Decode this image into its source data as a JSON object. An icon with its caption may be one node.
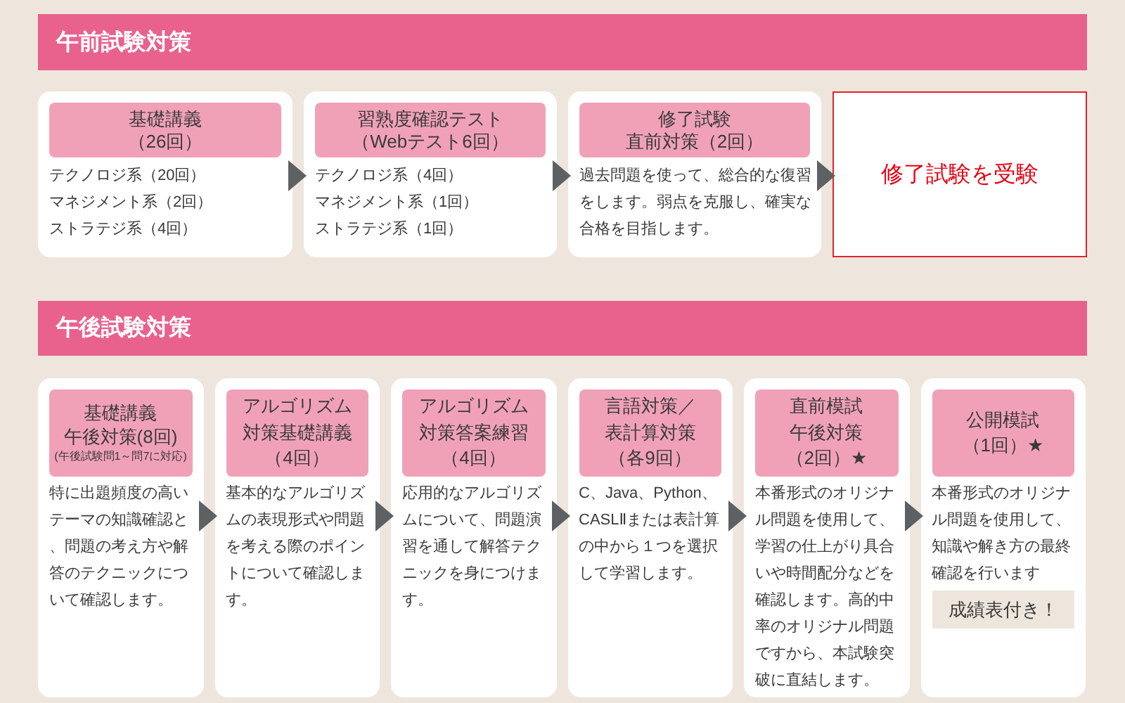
{
  "diagram": {
    "nodes": [
      {
        "text": [
          "午前試験対策"
        ]
      },
      {
        "text": [
          "テクノロジ系（20回）",
          "マネジメント系（2回）",
          "ストラテジ系（4回）"
        ]
      },
      {
        "text": [
          "基礎講義（26回）"
        ],
        "in": 1
      },
      {
        "text": [
          "テクノロジ系（4回）",
          "マネジメント系（1回）",
          "ストラテジ系（1回）"
        ]
      },
      {
        "text": [
          "習熟度確認テスト（Webテスト6回）"
        ],
        "in": 3
      },
      {
        "text": [
          "過去問題を使って、総合的な復習をします。弱点を克服し、確実な合格を目指します。"
        ]
      },
      {
        "text": [
          "修了試験直前対策（2回）"
        ],
        "in": 5
      },
      {
        "text": [
          "修了試験を受験"
        ]
      },
      {
        "text": [
          "午後試験対策"
        ]
      },
      {
        "text": [
          "特に出題頻度の高いテーマの知識確認と、問題の考え方や解答のテクニックについて確認します。"
        ]
      },
      {
        "text": [
          "基礎講義午後対策(8回)",
          "(午後試験問1～問7に対応)"
        ],
        "in": 9
      },
      {
        "text": [
          "基本的なアルゴリズムの表現形式や問題を考える際のポイントについて確認します。"
        ]
      },
      {
        "text": [
          "アルゴリズム対策基礎講義（4回）"
        ],
        "in": 11
      },
      {
        "text": [
          "応用的なアルゴリズムについて、問題演習を通して解答テクニックを身につけます。"
        ]
      },
      {
        "text": [
          "アルゴリズム対策答案練習（4回）"
        ],
        "in": 13
      },
      {
        "text": [
          "C、Java、Python、CASLⅡまたは表計算の中から１つを選択して学習します。"
        ]
      },
      {
        "text": [
          "言語対策／表計算対策（各9回）"
        ],
        "in": 15
      },
      {
        "text": [
          "本番形式のオリジナル問題を使用して、学習の仕上がり具合いや時間配分などを確認します。高的中率のオリジナル問題ですから、本試験突破に直結します。"
        ]
      },
      {
        "text": [
          "直前模試午後対策（2回）★"
        ],
        "in": 17
      },
      {
        "text": [
          "本番形式のオリジナル問題を使用して、知識や解き方の最終確認を行います"
        ]
      },
      {
        "text": [
          "公開模試（1回）★"
        ],
        "in": 19
      },
      {
        "text": [
          "成績表付き！"
        ],
        "in": 19
      }
    ],
    "edges": [
      {
        "from": 1,
        "to": 3,
        "arrow": "to"
      },
      {
        "from": 3,
        "to": 5,
        "arrow": "to"
      },
      {
        "from": 5,
        "to": 7,
        "arrow": "to"
      },
      {
        "from": 9,
        "to": 11,
        "arrow": "to"
      },
      {
        "from": 11,
        "to": 13,
        "arrow": "to"
      },
      {
        "from": 13,
        "to": 15,
        "arrow": "to"
      },
      {
        "from": 15,
        "to": 17,
        "arrow": "to"
      },
      {
        "from": 17,
        "to": 19,
        "arrow": "to"
      }
    ]
  }
}
